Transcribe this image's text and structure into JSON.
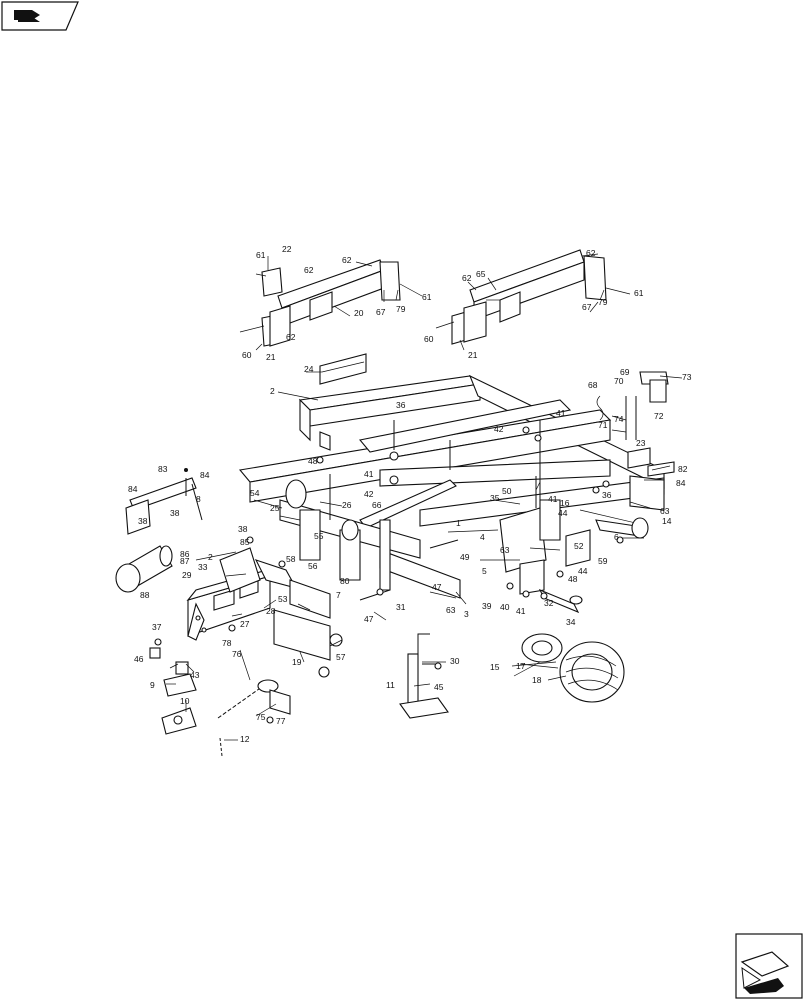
{
  "callouts": [
    {
      "id": "61a",
      "text": "61"
    },
    {
      "id": "22",
      "text": "22"
    },
    {
      "id": "62a",
      "text": "62"
    },
    {
      "id": "62b",
      "text": "62"
    },
    {
      "id": "20",
      "text": "20"
    },
    {
      "id": "61b",
      "text": "61"
    },
    {
      "id": "67a",
      "text": "67"
    },
    {
      "id": "79a",
      "text": "79"
    },
    {
      "id": "62c",
      "text": "62"
    },
    {
      "id": "60a",
      "text": "60"
    },
    {
      "id": "21a",
      "text": "21"
    },
    {
      "id": "62d",
      "text": "62"
    },
    {
      "id": "62e",
      "text": "62"
    },
    {
      "id": "65a",
      "text": "65"
    },
    {
      "id": "61c",
      "text": "61"
    },
    {
      "id": "67b",
      "text": "67"
    },
    {
      "id": "79b",
      "text": "79"
    },
    {
      "id": "60b",
      "text": "60"
    },
    {
      "id": "21b",
      "text": "21"
    },
    {
      "id": "24",
      "text": "24"
    },
    {
      "id": "2a",
      "text": "2"
    },
    {
      "id": "36a",
      "text": "36"
    },
    {
      "id": "41a",
      "text": "41"
    },
    {
      "id": "42a",
      "text": "42"
    },
    {
      "id": "41b",
      "text": "41"
    },
    {
      "id": "42b",
      "text": "42"
    },
    {
      "id": "48a",
      "text": "48"
    },
    {
      "id": "69",
      "text": "69"
    },
    {
      "id": "73",
      "text": "73"
    },
    {
      "id": "70",
      "text": "70"
    },
    {
      "id": "68",
      "text": "68"
    },
    {
      "id": "74",
      "text": "74"
    },
    {
      "id": "72",
      "text": "72"
    },
    {
      "id": "71",
      "text": "71"
    },
    {
      "id": "23",
      "text": "23"
    },
    {
      "id": "82",
      "text": "82"
    },
    {
      "id": "84c",
      "text": "84"
    },
    {
      "id": "36b",
      "text": "36"
    },
    {
      "id": "63a",
      "text": "63"
    },
    {
      "id": "14",
      "text": "14"
    },
    {
      "id": "6",
      "text": "6"
    },
    {
      "id": "83",
      "text": "83"
    },
    {
      "id": "84a",
      "text": "84"
    },
    {
      "id": "84b",
      "text": "84"
    },
    {
      "id": "38a",
      "text": "38"
    },
    {
      "id": "38b",
      "text": "38"
    },
    {
      "id": "8",
      "text": "8"
    },
    {
      "id": "54",
      "text": "54"
    },
    {
      "id": "25",
      "text": "25"
    },
    {
      "id": "26",
      "text": "26"
    },
    {
      "id": "66",
      "text": "66"
    },
    {
      "id": "1",
      "text": "1"
    },
    {
      "id": "50",
      "text": "50"
    },
    {
      "id": "35",
      "text": "35"
    },
    {
      "id": "16",
      "text": "16"
    },
    {
      "id": "41c",
      "text": "41"
    },
    {
      "id": "44a",
      "text": "44"
    },
    {
      "id": "52",
      "text": "52"
    },
    {
      "id": "59",
      "text": "59"
    },
    {
      "id": "4",
      "text": "4"
    },
    {
      "id": "38c",
      "text": "38"
    },
    {
      "id": "85",
      "text": "85"
    },
    {
      "id": "55",
      "text": "55"
    },
    {
      "id": "86",
      "text": "86"
    },
    {
      "id": "87",
      "text": "87"
    },
    {
      "id": "2b",
      "text": "2"
    },
    {
      "id": "58",
      "text": "58"
    },
    {
      "id": "49",
      "text": "49"
    },
    {
      "id": "63b",
      "text": "63"
    },
    {
      "id": "5",
      "text": "5"
    },
    {
      "id": "44b",
      "text": "44"
    },
    {
      "id": "48b",
      "text": "48"
    },
    {
      "id": "29",
      "text": "29"
    },
    {
      "id": "33",
      "text": "33"
    },
    {
      "id": "56",
      "text": "56"
    },
    {
      "id": "80",
      "text": "80"
    },
    {
      "id": "7",
      "text": "7"
    },
    {
      "id": "47a",
      "text": "47"
    },
    {
      "id": "88",
      "text": "88"
    },
    {
      "id": "28",
      "text": "28"
    },
    {
      "id": "27",
      "text": "27"
    },
    {
      "id": "53",
      "text": "53"
    },
    {
      "id": "31",
      "text": "31"
    },
    {
      "id": "47b",
      "text": "47"
    },
    {
      "id": "63c",
      "text": "63"
    },
    {
      "id": "3",
      "text": "3"
    },
    {
      "id": "39",
      "text": "39"
    },
    {
      "id": "40",
      "text": "40"
    },
    {
      "id": "41d",
      "text": "41"
    },
    {
      "id": "32",
      "text": "32"
    },
    {
      "id": "34",
      "text": "34"
    },
    {
      "id": "37",
      "text": "37"
    },
    {
      "id": "78",
      "text": "78"
    },
    {
      "id": "76",
      "text": "76"
    },
    {
      "id": "19",
      "text": "19"
    },
    {
      "id": "57",
      "text": "57"
    },
    {
      "id": "46",
      "text": "46"
    },
    {
      "id": "43",
      "text": "43"
    },
    {
      "id": "9",
      "text": "9"
    },
    {
      "id": "30",
      "text": "30"
    },
    {
      "id": "11",
      "text": "11"
    },
    {
      "id": "45",
      "text": "45"
    },
    {
      "id": "15",
      "text": "15"
    },
    {
      "id": "17",
      "text": "17"
    },
    {
      "id": "18",
      "text": "18"
    },
    {
      "id": "10",
      "text": "10"
    },
    {
      "id": "75",
      "text": "75"
    },
    {
      "id": "77",
      "text": "77"
    },
    {
      "id": "12",
      "text": "12"
    }
  ],
  "icons": {
    "prev": "book-return-icon",
    "next": "next-page-icon"
  }
}
